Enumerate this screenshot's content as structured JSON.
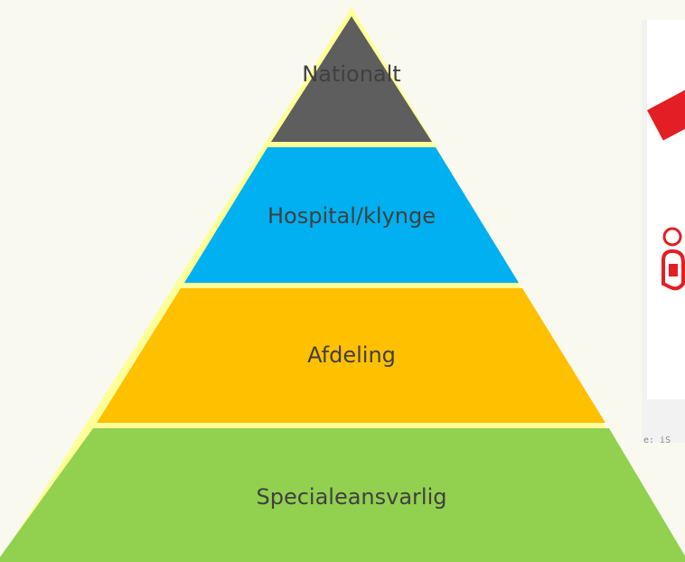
{
  "pyramid": {
    "levels": [
      {
        "label": "Nationalt",
        "color": "#5e5e5e"
      },
      {
        "label": "Hospital/klynge",
        "color": "#00b0f0"
      },
      {
        "label": "Afdeling",
        "color": "#ffc000"
      },
      {
        "label": "Specialeansvarlig",
        "color": "#92d050"
      }
    ],
    "outline_color": "#ffff99"
  },
  "photo": {
    "caption": "e: iS",
    "accent_color": "#e31e24"
  }
}
